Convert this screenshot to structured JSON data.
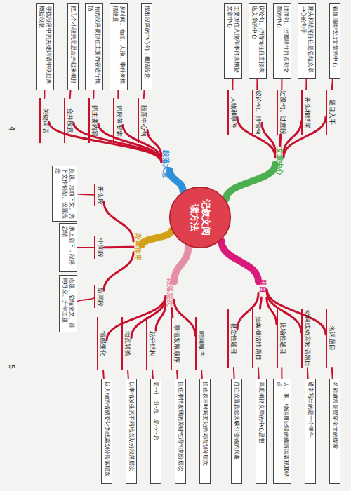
{
  "diagram": {
    "nodes": [
      {
        "text": [
          "记叙文阅读方法"
        ]
      },
      {
        "text": [
          "文章中心"
        ]
      },
      {
        "text": [
          "题目入手"
        ]
      },
      {
        "text": [
          "看题目能找出文章的中心"
        ]
      },
      {
        "text": [
          "开头和结尾"
        ]
      },
      {
        "text": [
          "开头和结尾往往是总结文章中心的句子"
        ]
      },
      {
        "text": [
          "过渡句、过渡段"
        ]
      },
      {
        "text": [
          "过渡句、过渡段往往点明文章的中心"
        ]
      },
      {
        "text": [
          "议论句、抒情句"
        ]
      },
      {
        "text": [
          "议论句、抒情句往往直接表达文章的中心"
        ]
      },
      {
        "text": [
          "人物和事件"
        ]
      },
      {
        "text": [
          "主要抓住人物和事件来概括文章中心"
        ]
      },
      {
        "text": [
          "题目"
        ]
      },
      {
        "text": [
          "名词题目"
        ]
      },
      {
        "text": [
          "名词通常是贯穿全文的线索"
        ]
      },
      {
        "text": [
          "动词或动宾短语题目"
        ]
      },
      {
        "text": [
          "通常写出的是一个事件"
        ]
      },
      {
        "text": [
          "比喻性题目"
        ]
      },
      {
        "text": [
          "人、事、物运用比喻的修辞以表现其特点"
        ]
      },
      {
        "text": [
          "抽象概括性题目"
        ]
      },
      {
        "text": [
          "高度概括文章的中心思想"
        ]
      },
      {
        "text": [
          "悬念性题目"
        ]
      },
      {
        "text": [
          "往往设置悬念来吸引读者的兴趣"
        ]
      },
      {
        "text": [
          "段落层次"
        ]
      },
      {
        "text": [
          "时间顺序"
        ]
      },
      {
        "text": [
          "抓住表示时间变化的词语划分层次"
        ]
      },
      {
        "text": [
          "事情发展顺序"
        ]
      },
      {
        "text": [
          "抓住事情发展的关键性语句划分层次"
        ]
      },
      {
        "text": [
          "总分结构"
        ]
      },
      {
        "text": [
          "总-分、分-总、总-分-总"
        ]
      },
      {
        "text": [
          "地点转换"
        ]
      },
      {
        "text": [
          "以事情发生的不同地点划分段落层次"
        ]
      },
      {
        "text": [
          "情感变化"
        ]
      },
      {
        "text": [
          "以人物的情感变化为线索划分段落层次"
        ]
      },
      {
        "text": [
          "段落作用"
        ]
      },
      {
        "text": [
          "开头段"
        ]
      },
      {
        "text": [
          "点题、总领下文、为下文作铺垫、设置悬念"
        ]
      },
      {
        "text": [
          "中间段"
        ]
      },
      {
        "text": [
          "承上启下，段落总结"
        ]
      },
      {
        "text": [
          "结尾段"
        ]
      },
      {
        "text": [
          "点题、总结全文、首尾呼应、升华主题"
        ]
      },
      {
        "text": [
          "段落大意"
        ]
      },
      {
        "text": [
          "段落中心句"
        ]
      },
      {
        "text": [
          "找出段落的中心句，概括段意"
        ]
      },
      {
        "text": [
          "抓段落要素"
        ]
      },
      {
        "text": [
          "从时间、地点、人物、事件来概括段意"
        ]
      },
      {
        "text": [
          "抓主要内容"
        ]
      },
      {
        "text": [
          "有的段落要抓住主要内容进行概括"
        ]
      },
      {
        "text": [
          "合并段意"
        ]
      },
      {
        "text": [
          "把几个小段的意思合并起来概括"
        ]
      },
      {
        "text": [
          "关键词语"
        ]
      },
      {
        "text": [
          "寻找段落中的关键词语串联起来概括段意"
        ]
      }
    ],
    "edges": [
      {
        "from": 0,
        "to": 1,
        "arrow": "none"
      },
      {
        "from": 1,
        "to": 2,
        "arrow": "none"
      },
      {
        "from": 2,
        "to": 3,
        "arrow": "none"
      },
      {
        "from": 1,
        "to": 4,
        "arrow": "none"
      },
      {
        "from": 4,
        "to": 5,
        "arrow": "none"
      },
      {
        "from": 1,
        "to": 6,
        "arrow": "none"
      },
      {
        "from": 6,
        "to": 7,
        "arrow": "none"
      },
      {
        "from": 1,
        "to": 8,
        "arrow": "none"
      },
      {
        "from": 8,
        "to": 9,
        "arrow": "none"
      },
      {
        "from": 1,
        "to": 10,
        "arrow": "none"
      },
      {
        "from": 10,
        "to": 11,
        "arrow": "none"
      },
      {
        "from": 0,
        "to": 12,
        "arrow": "none"
      },
      {
        "from": 12,
        "to": 13,
        "arrow": "none"
      },
      {
        "from": 13,
        "to": 14,
        "arrow": "none"
      },
      {
        "from": 12,
        "to": 15,
        "arrow": "none"
      },
      {
        "from": 15,
        "to": 16,
        "arrow": "none"
      },
      {
        "from": 12,
        "to": 17,
        "arrow": "none"
      },
      {
        "from": 17,
        "to": 18,
        "arrow": "none"
      },
      {
        "from": 12,
        "to": 19,
        "arrow": "none"
      },
      {
        "from": 19,
        "to": 20,
        "arrow": "none"
      },
      {
        "from": 12,
        "to": 21,
        "arrow": "none"
      },
      {
        "from": 21,
        "to": 22,
        "arrow": "none"
      },
      {
        "from": 0,
        "to": 23,
        "arrow": "none"
      },
      {
        "from": 23,
        "to": 24,
        "arrow": "none"
      },
      {
        "from": 24,
        "to": 25,
        "arrow": "none"
      },
      {
        "from": 23,
        "to": 26,
        "arrow": "none"
      },
      {
        "from": 26,
        "to": 27,
        "arrow": "none"
      },
      {
        "from": 23,
        "to": 28,
        "arrow": "none"
      },
      {
        "from": 28,
        "to": 29,
        "arrow": "none"
      },
      {
        "from": 23,
        "to": 30,
        "arrow": "none"
      },
      {
        "from": 30,
        "to": 31,
        "arrow": "none"
      },
      {
        "from": 23,
        "to": 32,
        "arrow": "none"
      },
      {
        "from": 32,
        "to": 33,
        "arrow": "none"
      },
      {
        "from": 0,
        "to": 34,
        "arrow": "none"
      },
      {
        "from": 34,
        "to": 35,
        "arrow": "none"
      },
      {
        "from": 35,
        "to": 36,
        "arrow": "none"
      },
      {
        "from": 34,
        "to": 37,
        "arrow": "none"
      },
      {
        "from": 37,
        "to": 38,
        "arrow": "none"
      },
      {
        "from": 34,
        "to": 39,
        "arrow": "none"
      },
      {
        "from": 39,
        "to": 40,
        "arrow": "none"
      },
      {
        "from": 0,
        "to": 41,
        "arrow": "none"
      },
      {
        "from": 41,
        "to": 42,
        "arrow": "none"
      },
      {
        "from": 42,
        "to": 43,
        "arrow": "none"
      },
      {
        "from": 41,
        "to": 44,
        "arrow": "none"
      },
      {
        "from": 44,
        "to": 45,
        "arrow": "none"
      },
      {
        "from": 41,
        "to": 46,
        "arrow": "none"
      },
      {
        "from": 46,
        "to": 47,
        "arrow": "none"
      },
      {
        "from": 41,
        "to": 48,
        "arrow": "none"
      },
      {
        "from": 48,
        "to": 49,
        "arrow": "none"
      },
      {
        "from": 41,
        "to": 50,
        "arrow": "none"
      },
      {
        "from": 50,
        "to": 51,
        "arrow": "none"
      }
    ],
    "labels": [
      "4",
      "5"
    ]
  }
}
